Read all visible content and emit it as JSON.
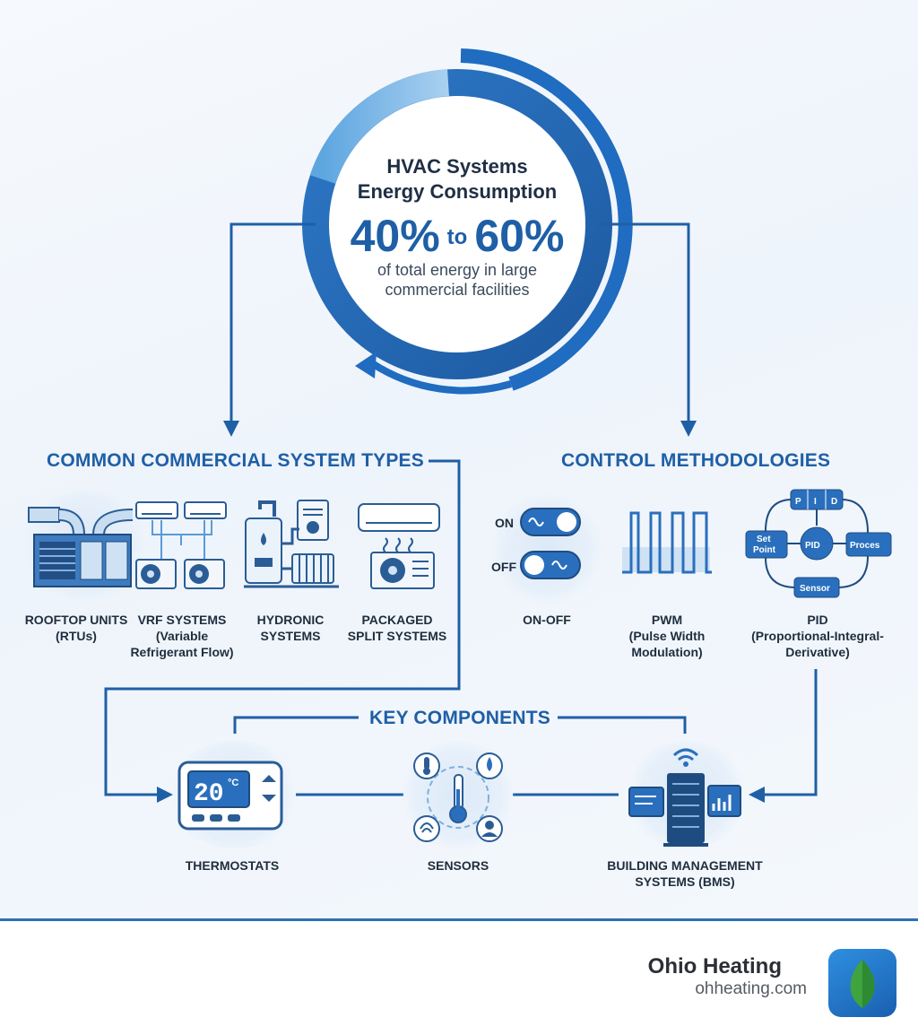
{
  "hero": {
    "title_line1": "HVAC Systems",
    "title_line2": "Energy Consumption",
    "low": "40%",
    "connector": "to",
    "high": "60%",
    "sub_line1": "of total energy in large",
    "sub_line2": "commercial facilities"
  },
  "system_types": {
    "heading": "COMMON COMMERCIAL SYSTEM TYPES",
    "items": [
      {
        "line1": "ROOFTOP UNITS",
        "line2": "(RTUs)",
        "line3": "",
        "icon": "rooftop-unit-icon"
      },
      {
        "line1": "VRF SYSTEMS",
        "line2": "(Variable",
        "line3": "Refrigerant Flow)",
        "icon": "vrf-system-icon"
      },
      {
        "line1": "HYDRONIC",
        "line2": "SYSTEMS",
        "line3": "",
        "icon": "boiler-icon"
      },
      {
        "line1": "PACKAGED",
        "line2": "SPLIT SYSTEMS",
        "line3": "",
        "icon": "split-ac-icon"
      }
    ]
  },
  "control": {
    "heading": "CONTROL METHODOLOGIES",
    "onoff": {
      "on": "ON",
      "off": "OFF",
      "line1": "ON-OFF"
    },
    "pwm": {
      "line1": "PWM",
      "line2": "(Pulse Width",
      "line3": "Modulation)"
    },
    "pid": {
      "line1": "PID",
      "line2": "(Proportional-Integral-",
      "line3": "Derivative)",
      "diagram": {
        "p": "P",
        "i": "I",
        "d": "D",
        "center": "PID",
        "setpoint_line1": "Set",
        "setpoint_line2": "Point",
        "process": "Proces",
        "sensor": "Sensor"
      }
    }
  },
  "components": {
    "heading": "KEY COMPONENTS",
    "thermostat": {
      "label": "THERMOSTATS",
      "display": "20",
      "unit": "°C",
      "icon": "thermostat-icon"
    },
    "sensors": {
      "label": "SENSORS",
      "icon": "sensors-icon"
    },
    "bms": {
      "line1": "BUILDING MANAGEMENT",
      "line2": "SYSTEMS (BMS)",
      "icon": "bms-server-icon"
    }
  },
  "brand": {
    "name": "Ohio Heating",
    "url": "ohheating.com",
    "icon": "leaf-logo-icon"
  },
  "colors": {
    "primary": "#1f5fa6",
    "accent": "#2f82d0",
    "light": "#dbe9f7",
    "dark_text": "#1f2d3d"
  }
}
